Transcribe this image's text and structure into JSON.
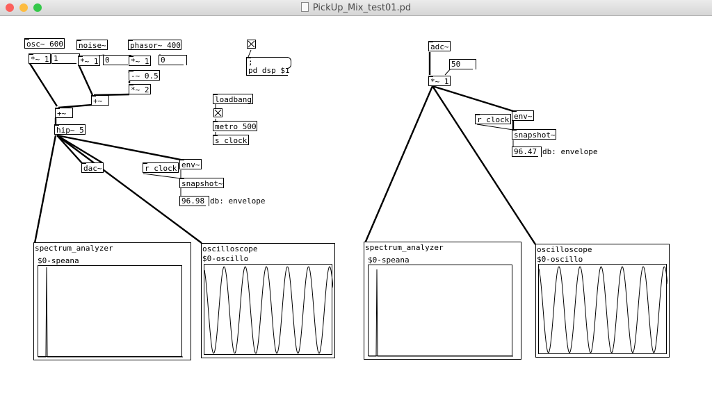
{
  "window": {
    "title": "PickUp_Mix_test01.pd"
  },
  "colors": {
    "close": "#fc605c",
    "minimize": "#fdbc40",
    "zoom": "#34c84a"
  },
  "objects": {
    "osc": "osc~ 600",
    "noise": "noise~",
    "phasor": "phasor~ 400",
    "mul_osc": "*~ 1",
    "mul_noise": "*~ 1",
    "mul_phasor": "*~ 1",
    "sub": "-~ 0.5",
    "mul2": "*~ 2",
    "add1": "+~",
    "add2": "+~",
    "hip": "hip~ 5",
    "dac": "dac~",
    "env_l": "env~",
    "rclock_l": "r clock",
    "snapshot_l": "snapshot~",
    "loadbang": "loadbang",
    "metro": "metro 500",
    "sclock": "s clock",
    "adc": "adc~",
    "mul_adc": "*~ 1",
    "env_r": "env~",
    "rclock_r": "r clock",
    "snapshot_r": "snapshot~"
  },
  "atoms": {
    "osc_gain": "1",
    "noise_gain": "0",
    "phasor_gain": "0",
    "adc_gain": "50"
  },
  "messages": {
    "dsp": ";\npd dsp $1"
  },
  "readouts": {
    "left": {
      "value": "96.98",
      "label": "db: envelope"
    },
    "right": {
      "value": "96.47",
      "label": "db: envelope"
    }
  },
  "gops": {
    "spec_l": {
      "title": "spectrum_analyzer",
      "array": "$0-speana"
    },
    "osc_l": {
      "title": "oscilloscope",
      "array": "$0-oscillo"
    },
    "spec_r": {
      "title": "spectrum_analyzer",
      "array": "$0-speana"
    },
    "osc_r": {
      "title": "oscilloscope",
      "array": "$0-oscillo"
    }
  }
}
